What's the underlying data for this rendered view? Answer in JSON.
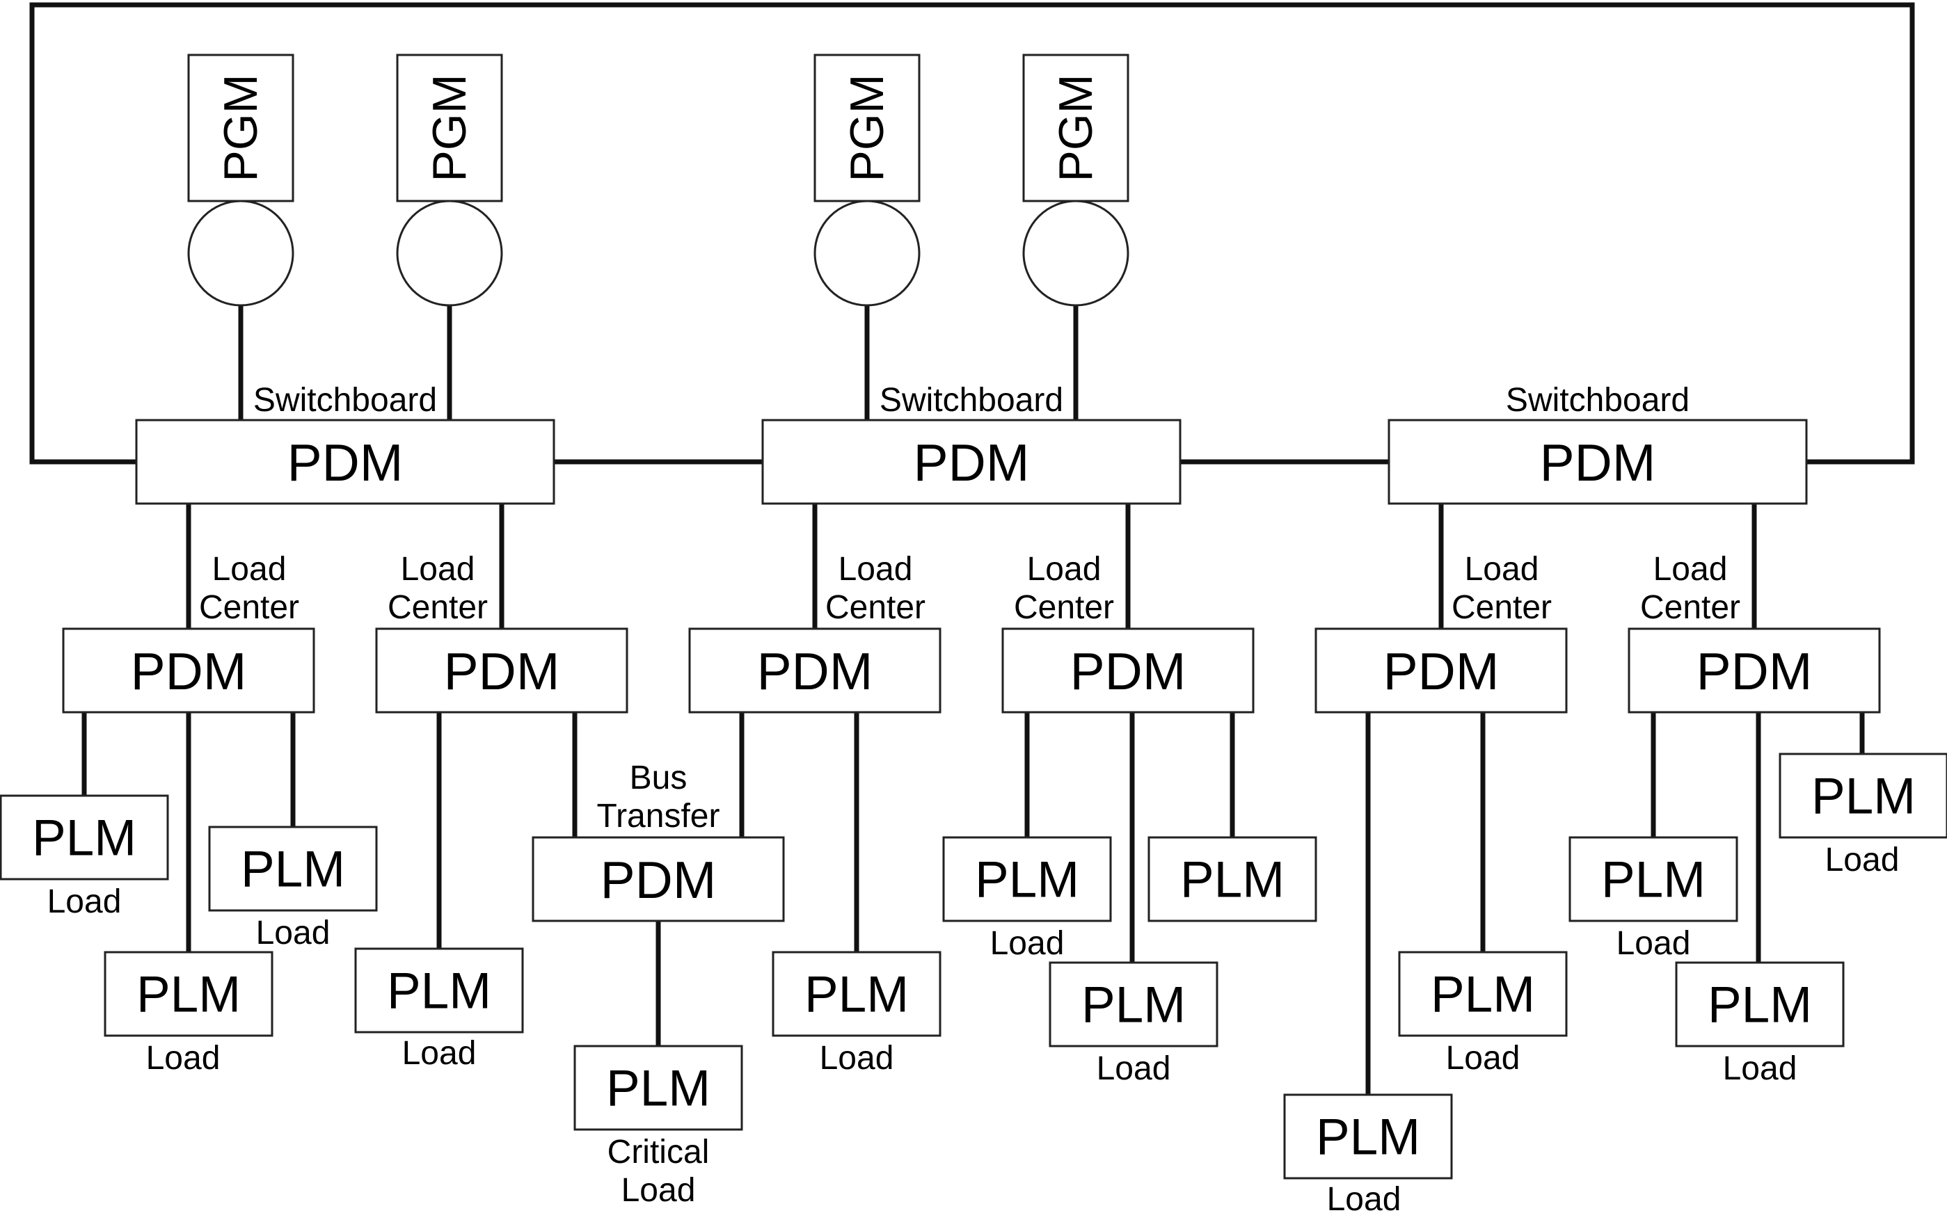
{
  "labels": {
    "pgm": "PGM",
    "pdm": "PDM",
    "plm": "PLM",
    "switchboard": "Switchboard",
    "load_center_line1": "Load",
    "load_center_line2": "Center",
    "load": "Load",
    "bus_transfer_line1": "Bus",
    "bus_transfer_line2": "Transfer",
    "critical_load_line1": "Critical",
    "critical_load_line2": "Load"
  },
  "colors": {
    "line": "#111111",
    "box_stroke": "#222222",
    "background": "#ffffff"
  }
}
